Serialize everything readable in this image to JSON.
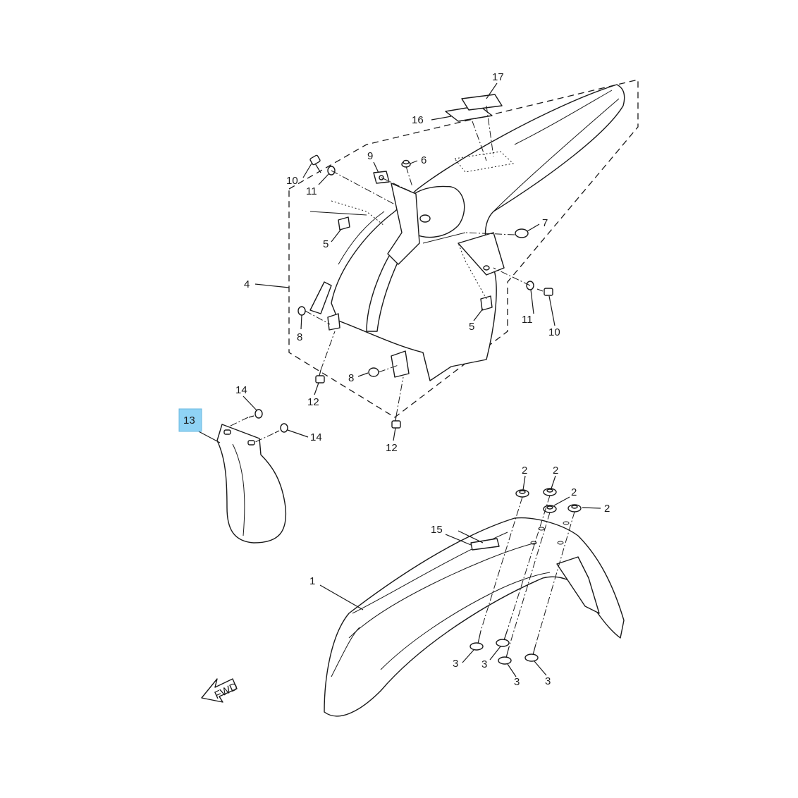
{
  "highlight_color": "#8fd3f5",
  "callouts": {
    "c1": "1",
    "c2a": "2",
    "c2b": "2",
    "c2c": "2",
    "c2d": "2",
    "c3a": "3",
    "c3b": "3",
    "c3c": "3",
    "c3d": "3",
    "c4": "4",
    "c5a": "5",
    "c5b": "5",
    "c6": "6",
    "c7": "7",
    "c8a": "8",
    "c8b": "8",
    "c9": "9",
    "c10a": "10",
    "c10b": "10",
    "c11a": "11",
    "c11b": "11",
    "c12a": "12",
    "c12b": "12",
    "c13": "13",
    "c14a": "14",
    "c14b": "14",
    "c15": "15",
    "c16": "16",
    "c17": "17"
  },
  "fwd_label": "FWD"
}
